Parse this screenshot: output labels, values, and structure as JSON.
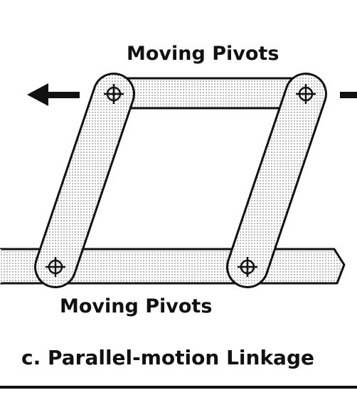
{
  "labels": {
    "top_pivots": "Moving Pivots",
    "bottom_pivots": "Moving Pivots",
    "caption": "c. Parallel-motion Linkage"
  },
  "icons": {
    "left_arrow": "arrow-left-icon",
    "right_arrow": "arrow-right-icon",
    "pivot": "pivot-crosshair-icon"
  },
  "colors": {
    "ink": "#111111",
    "dot_fill": "#9a9a9a",
    "background": "#ffffff"
  }
}
